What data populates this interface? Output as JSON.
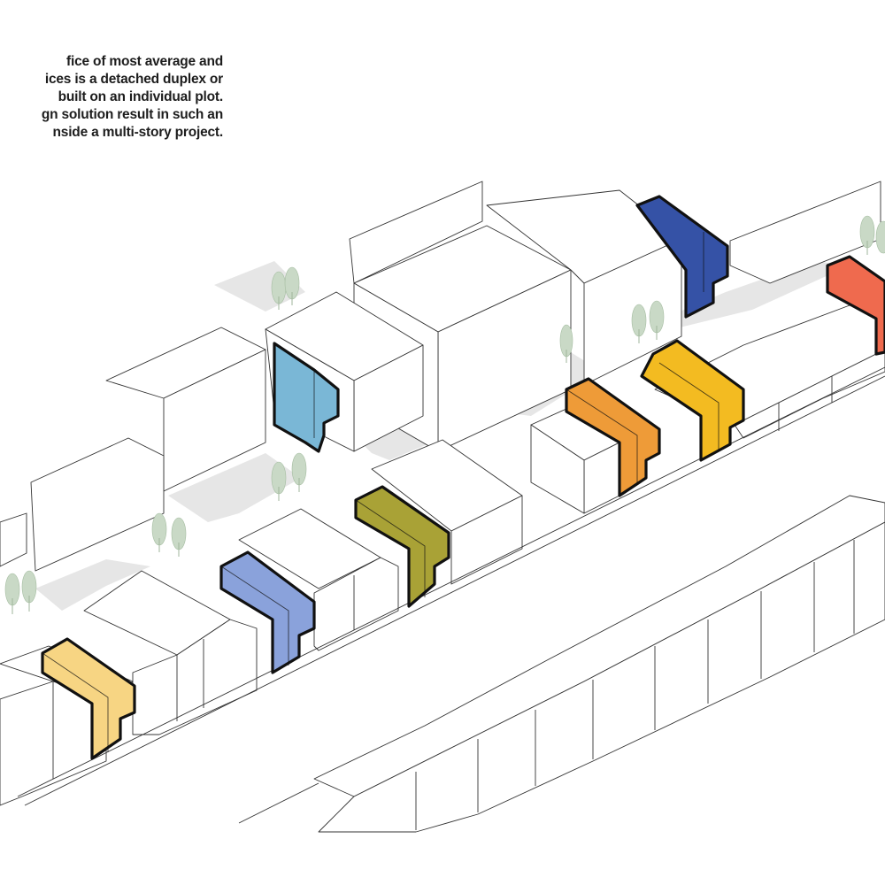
{
  "caption": {
    "lines": [
      "fice of most average and",
      "ices is a detached duplex or",
      "built on an individual plot.",
      "gn solution result in such an",
      "nside a multi-story project."
    ]
  },
  "units": [
    {
      "name": "sky-blue-unit",
      "color": "#7ab7d6"
    },
    {
      "name": "navy-unit",
      "color": "#3552a6"
    },
    {
      "name": "orange-unit",
      "color": "#ee9b38"
    },
    {
      "name": "gold-unit",
      "color": "#f3bb21"
    },
    {
      "name": "red-unit",
      "color": "#ef6a4e"
    },
    {
      "name": "olive-unit",
      "color": "#a9a236"
    },
    {
      "name": "periwinkle-unit",
      "color": "#8aa2db"
    },
    {
      "name": "light-yellow-unit",
      "color": "#f7d583"
    }
  ]
}
